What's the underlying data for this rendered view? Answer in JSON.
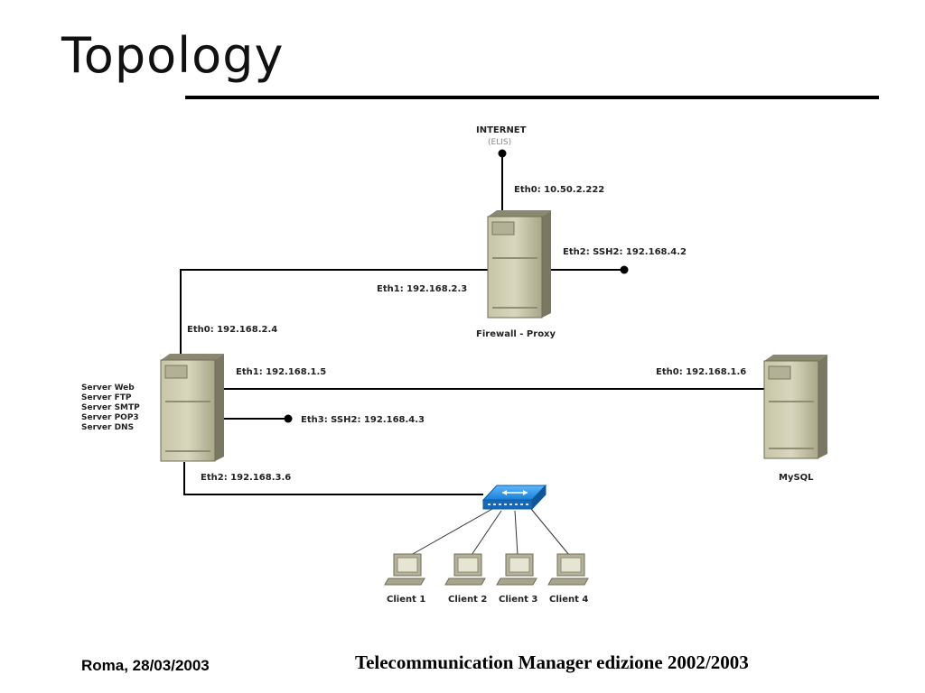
{
  "slide": {
    "title": "Topology",
    "footer_left": "Roma, 28/03/2003",
    "footer_right": "Telecommunication Manager edizione 2002/2003"
  },
  "diagram": {
    "internet": {
      "label": "INTERNET",
      "sub": "(ELIS)"
    },
    "firewall": {
      "name": "Firewall - Proxy",
      "eth0": "Eth0: 10.50.2.222",
      "eth1": "Eth1: 192.168.2.3",
      "eth2": "Eth2: SSH2: 192.168.4.2"
    },
    "server": {
      "roles": [
        "Server Web",
        "Server FTP",
        "Server SMTP",
        "Server POP3",
        "Server DNS"
      ],
      "eth0": "Eth0: 192.168.2.4",
      "eth1": "Eth1: 192.168.1.5",
      "eth2": "Eth2: 192.168.3.6",
      "eth3": "Eth3: SSH2: 192.168.4.3"
    },
    "mysql": {
      "name": "MySQL",
      "eth0": "Eth0: 192.168.1.6"
    },
    "clients": [
      "Client 1",
      "Client 2",
      "Client 3",
      "Client 4"
    ]
  }
}
